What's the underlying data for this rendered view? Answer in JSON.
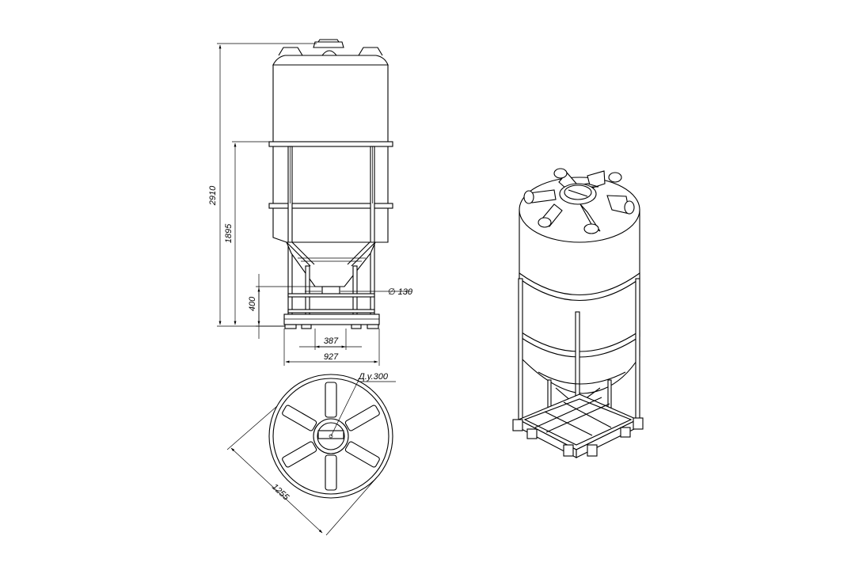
{
  "dimensions": {
    "total_height": "2910",
    "frame_height": "1895",
    "outlet_height": "400",
    "outlet_diameter": "∅ 130",
    "inner_width": "387",
    "frame_width": "927",
    "hatch": "Д.у.300",
    "tank_diameter": "1255"
  }
}
